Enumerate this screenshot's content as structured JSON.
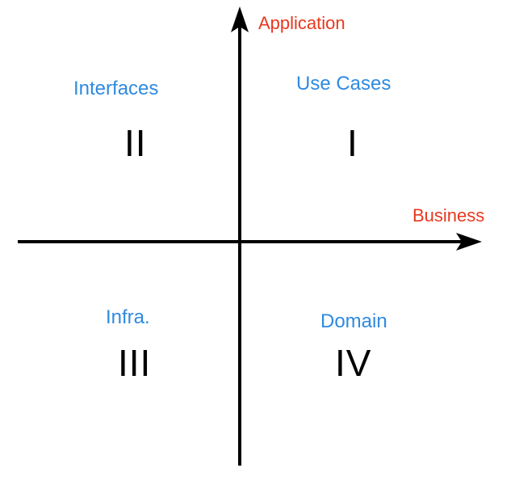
{
  "axes": {
    "vertical_label": "Application",
    "horizontal_label": "Business"
  },
  "quadrants": {
    "q1": {
      "label": "Use Cases",
      "numeral": "I"
    },
    "q2": {
      "label": "Interfaces",
      "numeral": "II"
    },
    "q3": {
      "label": "Infra.",
      "numeral": "III"
    },
    "q4": {
      "label": "Domain",
      "numeral": "IV"
    }
  },
  "colors": {
    "axis_label": "#e8381f",
    "quadrant_label": "#2f8ae0",
    "line": "#000000"
  }
}
